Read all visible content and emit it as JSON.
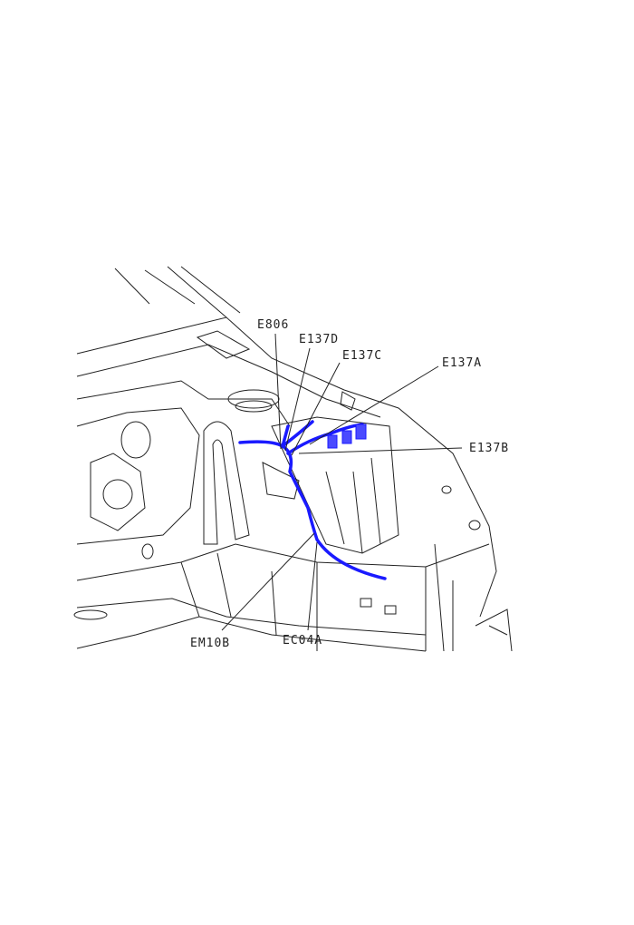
{
  "diagram": {
    "type": "wiring-harness-location",
    "harness_color": "#1a1aff",
    "labels": [
      "E806",
      "E137D",
      "E137C",
      "E137A",
      "E137B",
      "EM10B",
      "EC04A"
    ]
  }
}
